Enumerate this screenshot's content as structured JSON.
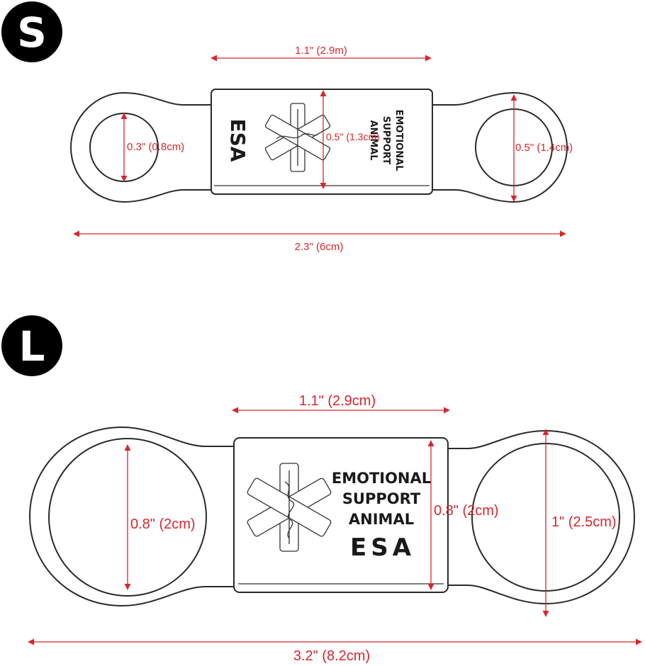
{
  "small": {
    "badge": "S",
    "dims": {
      "plate_width": "1.1\" (2.9m)",
      "total_length": "2.3\" (6cm)",
      "left_ring": "0.3\" (0.8cm)",
      "plate_height": "0.5\" (1.3cm)",
      "right_ring": "0.5\" (1.4cm)"
    },
    "engraving": {
      "line1": "EMOTIONAL",
      "line2": "SUPPORT",
      "line3": "ANIMAL",
      "abbr": "ESA"
    }
  },
  "large": {
    "badge": "L",
    "dims": {
      "plate_width": "1.1\" (2.9cm)",
      "total_length": "3.2\" (8.2cm)",
      "left_ring": "0.8\" (2cm)",
      "plate_height": "0.8\" (2cm)",
      "right_ring": "1\" (2.5cm)"
    },
    "engraving": {
      "line1": "EMOTIONAL",
      "line2": "SUPPORT",
      "line3": "ANIMAL",
      "abbr": "ESA"
    }
  },
  "colors": {
    "dimension": "#d8262b",
    "badge": "#000000",
    "outline": "#2a2a2a"
  }
}
